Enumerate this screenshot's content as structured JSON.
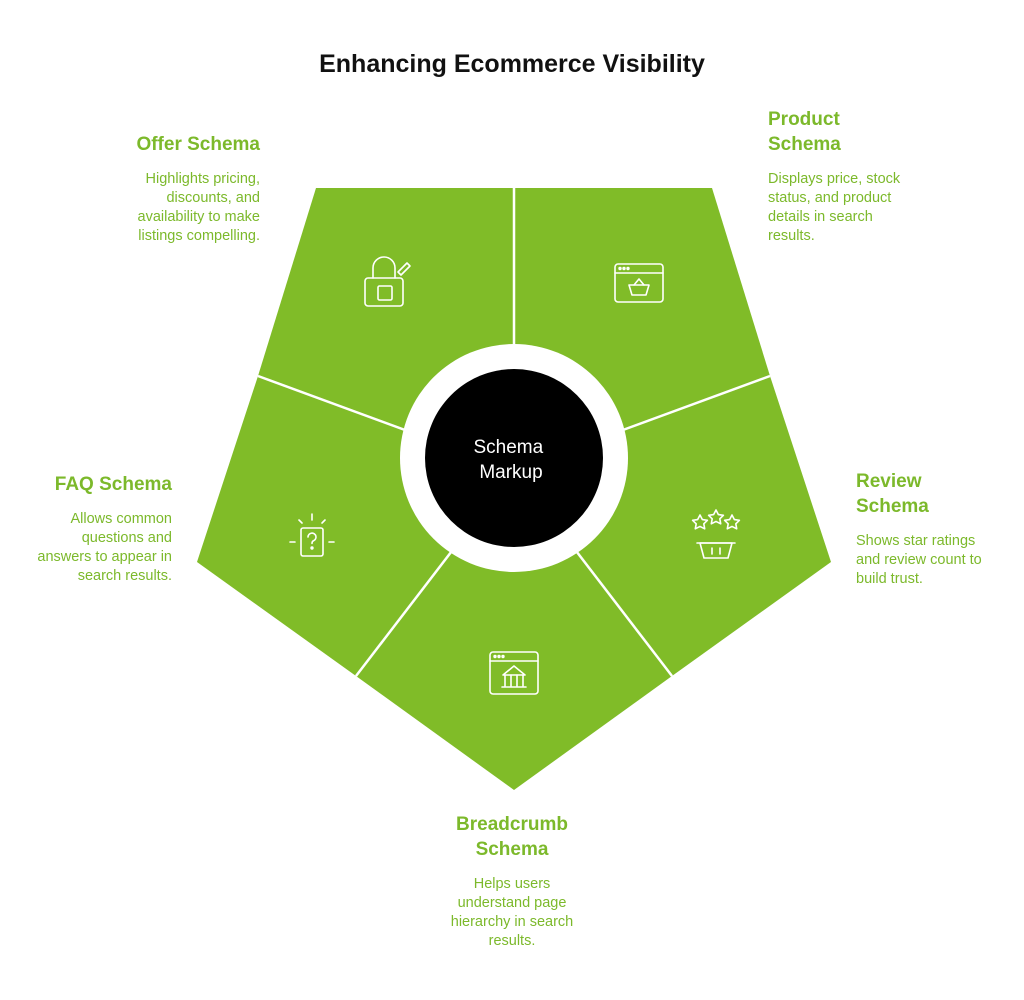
{
  "title": "Enhancing Ecommerce Visibility",
  "colors": {
    "segment": "#80bc28",
    "label": "#7cb92b",
    "hub": "#000000",
    "divider": "#ffffff"
  },
  "hub": {
    "lines": [
      "Schema",
      "Markup"
    ]
  },
  "segments": [
    {
      "key": "offer",
      "icon": "shopping-bag-icon",
      "title": [
        "Offer Schema"
      ],
      "description": [
        "Highlights pricing,",
        "discounts, and",
        "availability to make",
        "listings compelling."
      ]
    },
    {
      "key": "product",
      "icon": "browser-basket-icon",
      "title": [
        "Product",
        "Schema"
      ],
      "description": [
        "Displays price, stock",
        "status, and product",
        "details in search",
        "results."
      ]
    },
    {
      "key": "review",
      "icon": "stars-basket-icon",
      "title": [
        "Review",
        "Schema"
      ],
      "description": [
        "Shows star ratings",
        "and review count to",
        "build trust."
      ]
    },
    {
      "key": "breadcrumb",
      "icon": "browser-store-icon",
      "title": [
        "Breadcrumb",
        "Schema"
      ],
      "description": [
        "Helps users",
        "understand page",
        "hierarchy in search",
        "results."
      ]
    },
    {
      "key": "faq",
      "icon": "question-card-icon",
      "title": [
        "FAQ Schema"
      ],
      "description": [
        "Allows common",
        "questions and",
        "answers to appear in",
        "search results."
      ]
    }
  ]
}
